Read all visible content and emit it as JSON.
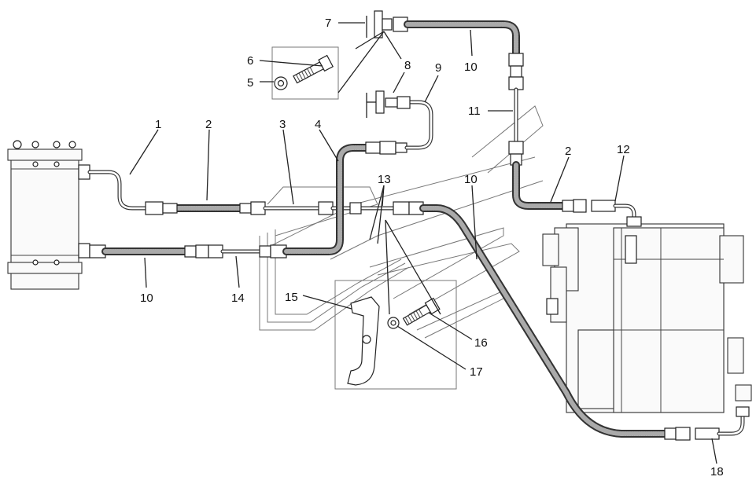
{
  "callouts": {
    "c1": "1",
    "c2a": "2",
    "c2b": "2",
    "c3": "3",
    "c4": "4",
    "c5": "5",
    "c6": "6",
    "c7": "7",
    "c8": "8",
    "c9": "9",
    "c10a": "10",
    "c10b": "10",
    "c10c": "10",
    "c11": "11",
    "c12": "12",
    "c13": "13",
    "c14": "14",
    "c15": "15",
    "c16": "16",
    "c17": "17",
    "c18": "18"
  }
}
